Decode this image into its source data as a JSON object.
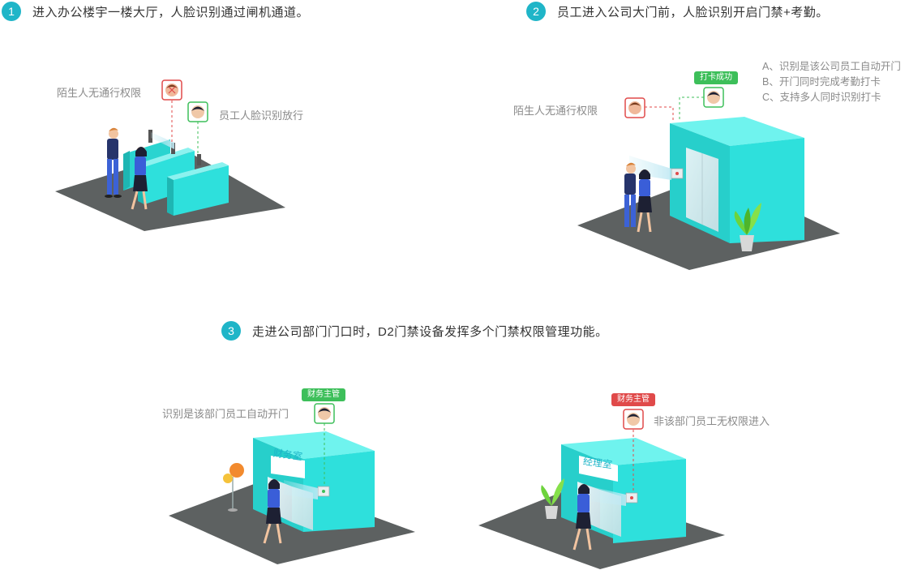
{
  "colors": {
    "accent": "#1fb5c8",
    "teal": "#2ee0dc",
    "allow": "#3dbf5a",
    "deny": "#e04a4a"
  },
  "steps": [
    {
      "num": "1",
      "text": "进入办公楼宇一楼大厅，人脸识别通过闸机通道。"
    },
    {
      "num": "2",
      "text": "员工进入公司大门前，人脸识别开启门禁+考勤。"
    },
    {
      "num": "3",
      "text": "走进公司部门门口时，D2门禁设备发挥多个门禁权限管理功能。"
    }
  ],
  "scene1": {
    "stranger_label": "陌生人无通行权限",
    "employee_label": "员工人脸识别放行"
  },
  "scene2": {
    "stranger_label": "陌生人无通行权限",
    "badge": "打卡成功",
    "notes": [
      "A、识别是该公司员工自动开门",
      "B、开门同时完成考勤打卡",
      "C、支持多人同时识别打卡"
    ]
  },
  "scene3": {
    "label": "识别是该部门员工自动开门",
    "badge": "财务主管",
    "room_sign": "财务室"
  },
  "scene4": {
    "label": "非该部门员工无权限进入",
    "badge": "财务主管",
    "room_sign": "经理室"
  }
}
